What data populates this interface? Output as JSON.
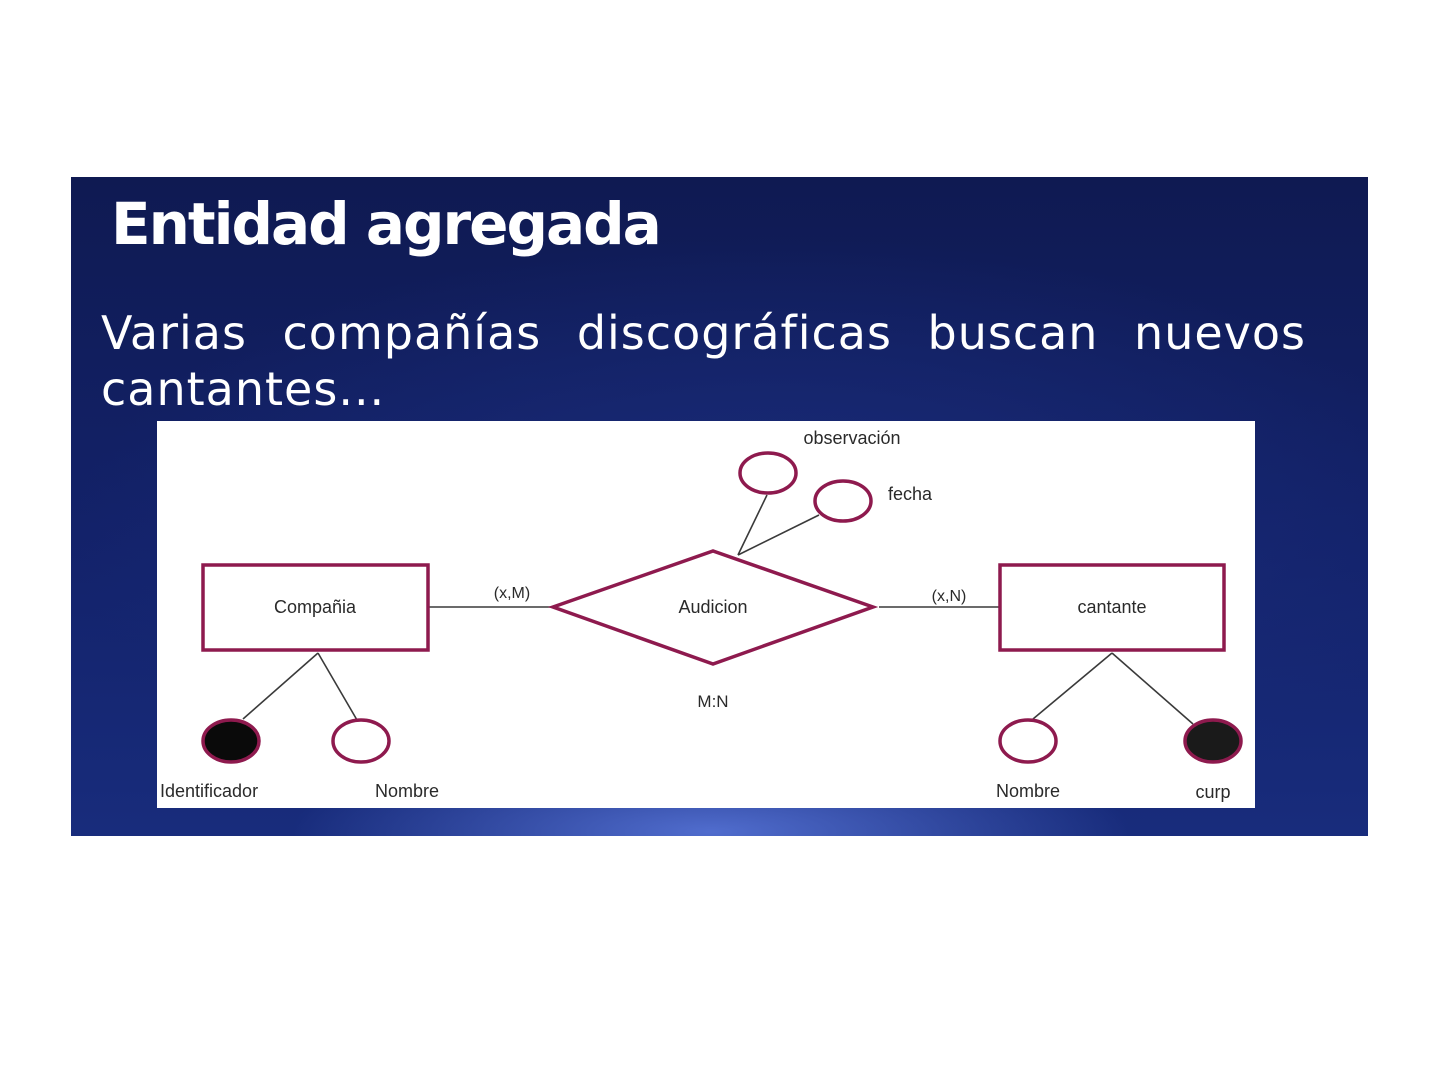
{
  "slide": {
    "title": "Entidad agregada",
    "body": "Varias compañías discográficas buscan nuevos cantantes..."
  },
  "diagram": {
    "stroke_color": "#8e1a4e",
    "line_color": "#3a3a3a",
    "entities": [
      {
        "id": "compania",
        "label": "Compañia"
      },
      {
        "id": "cantante",
        "label": "cantante"
      }
    ],
    "relationship": {
      "id": "audicion",
      "label": "Audicion",
      "type_label": "M:N"
    },
    "cardinalities": {
      "compania_side": "(x,M)",
      "cantante_side": "(x,N)"
    },
    "attributes": {
      "relationship": [
        {
          "label": "observación",
          "key": false
        },
        {
          "label": "fecha",
          "key": false
        }
      ],
      "compania": [
        {
          "label": "Identificador",
          "key": true
        },
        {
          "label": "Nombre",
          "key": false
        }
      ],
      "cantante": [
        {
          "label": "Nombre",
          "key": false
        },
        {
          "label": "curp",
          "key": true
        }
      ]
    }
  }
}
